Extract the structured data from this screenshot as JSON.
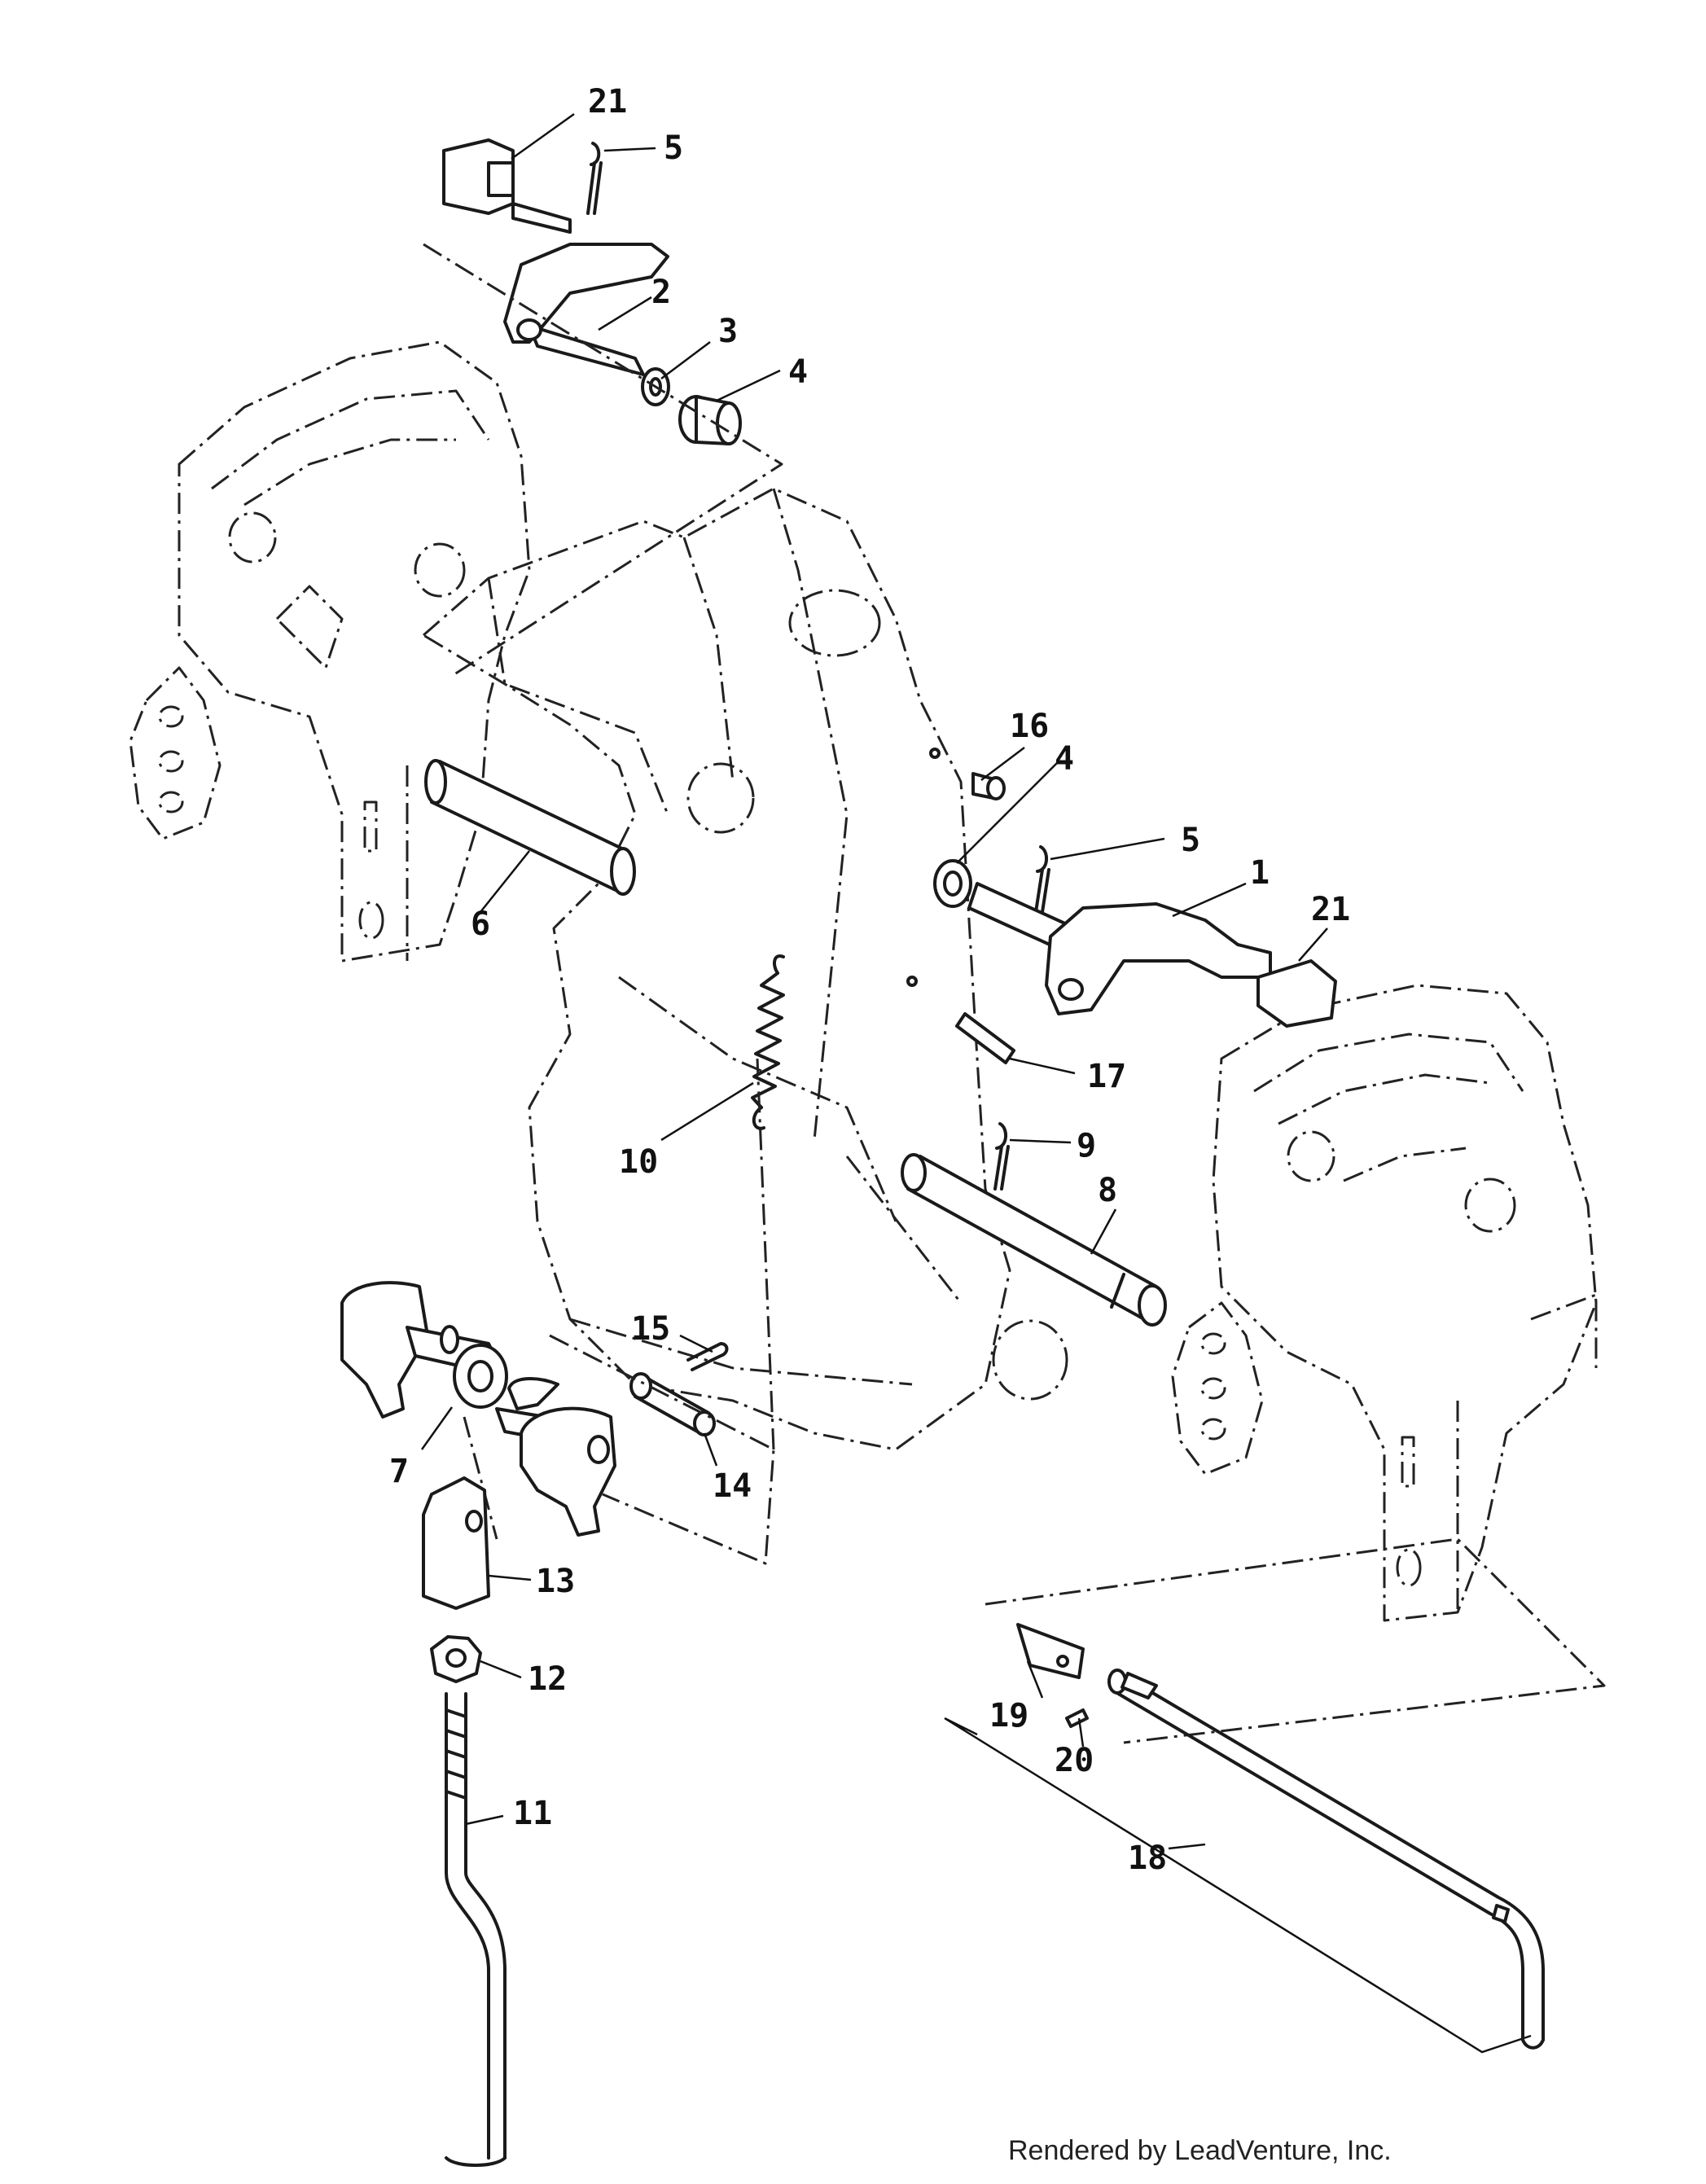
{
  "callouts": [
    {
      "id": "c21a",
      "text": "21"
    },
    {
      "id": "c5a",
      "text": "5"
    },
    {
      "id": "c2",
      "text": "2"
    },
    {
      "id": "c3",
      "text": "3"
    },
    {
      "id": "c4a",
      "text": "4"
    },
    {
      "id": "c16",
      "text": "16"
    },
    {
      "id": "c4b",
      "text": "4"
    },
    {
      "id": "c5b",
      "text": "5"
    },
    {
      "id": "c1",
      "text": "1"
    },
    {
      "id": "c21b",
      "text": "21"
    },
    {
      "id": "c6",
      "text": "6"
    },
    {
      "id": "c17",
      "text": "17"
    },
    {
      "id": "c10",
      "text": "10"
    },
    {
      "id": "c9",
      "text": "9"
    },
    {
      "id": "c8",
      "text": "8"
    },
    {
      "id": "c15",
      "text": "15"
    },
    {
      "id": "c7",
      "text": "7"
    },
    {
      "id": "c14",
      "text": "14"
    },
    {
      "id": "c13",
      "text": "13"
    },
    {
      "id": "c12",
      "text": "12"
    },
    {
      "id": "c11",
      "text": "11"
    },
    {
      "id": "c19",
      "text": "19"
    },
    {
      "id": "c20",
      "text": "20"
    },
    {
      "id": "c18",
      "text": "18"
    }
  ],
  "footer": "Rendered by LeadVenture, Inc."
}
